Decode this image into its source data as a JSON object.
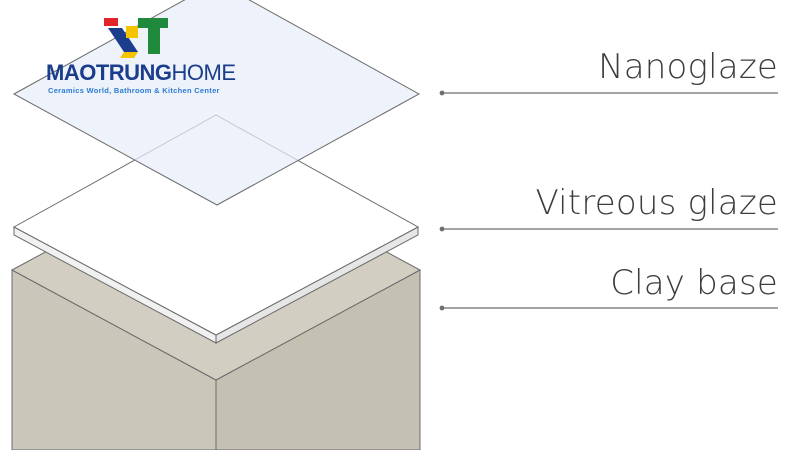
{
  "brand": {
    "name_part1": "MAOTRUNG",
    "name_part2": "HOME",
    "tagline": "Ceramics World, Bathroom & Kitchen Center",
    "colors": {
      "primary": "#1b3d8c",
      "secondary": "#2c7bd4",
      "red": "#e3242b",
      "yellow": "#f5c400",
      "green": "#1f8a3b"
    }
  },
  "layers": [
    {
      "label": "Nanoglaze"
    },
    {
      "label": "Vitreous glaze"
    },
    {
      "label": "Clay base"
    }
  ],
  "colors": {
    "nanoglaze_fill": "#e8edf9",
    "vitreous_fill": "#ffffff",
    "clay_top": "#d2cec2",
    "clay_left": "#cac6b9",
    "clay_right": "#c4c0b2",
    "outline": "#6b6b6b",
    "leader_line": "#6e6e6e"
  }
}
